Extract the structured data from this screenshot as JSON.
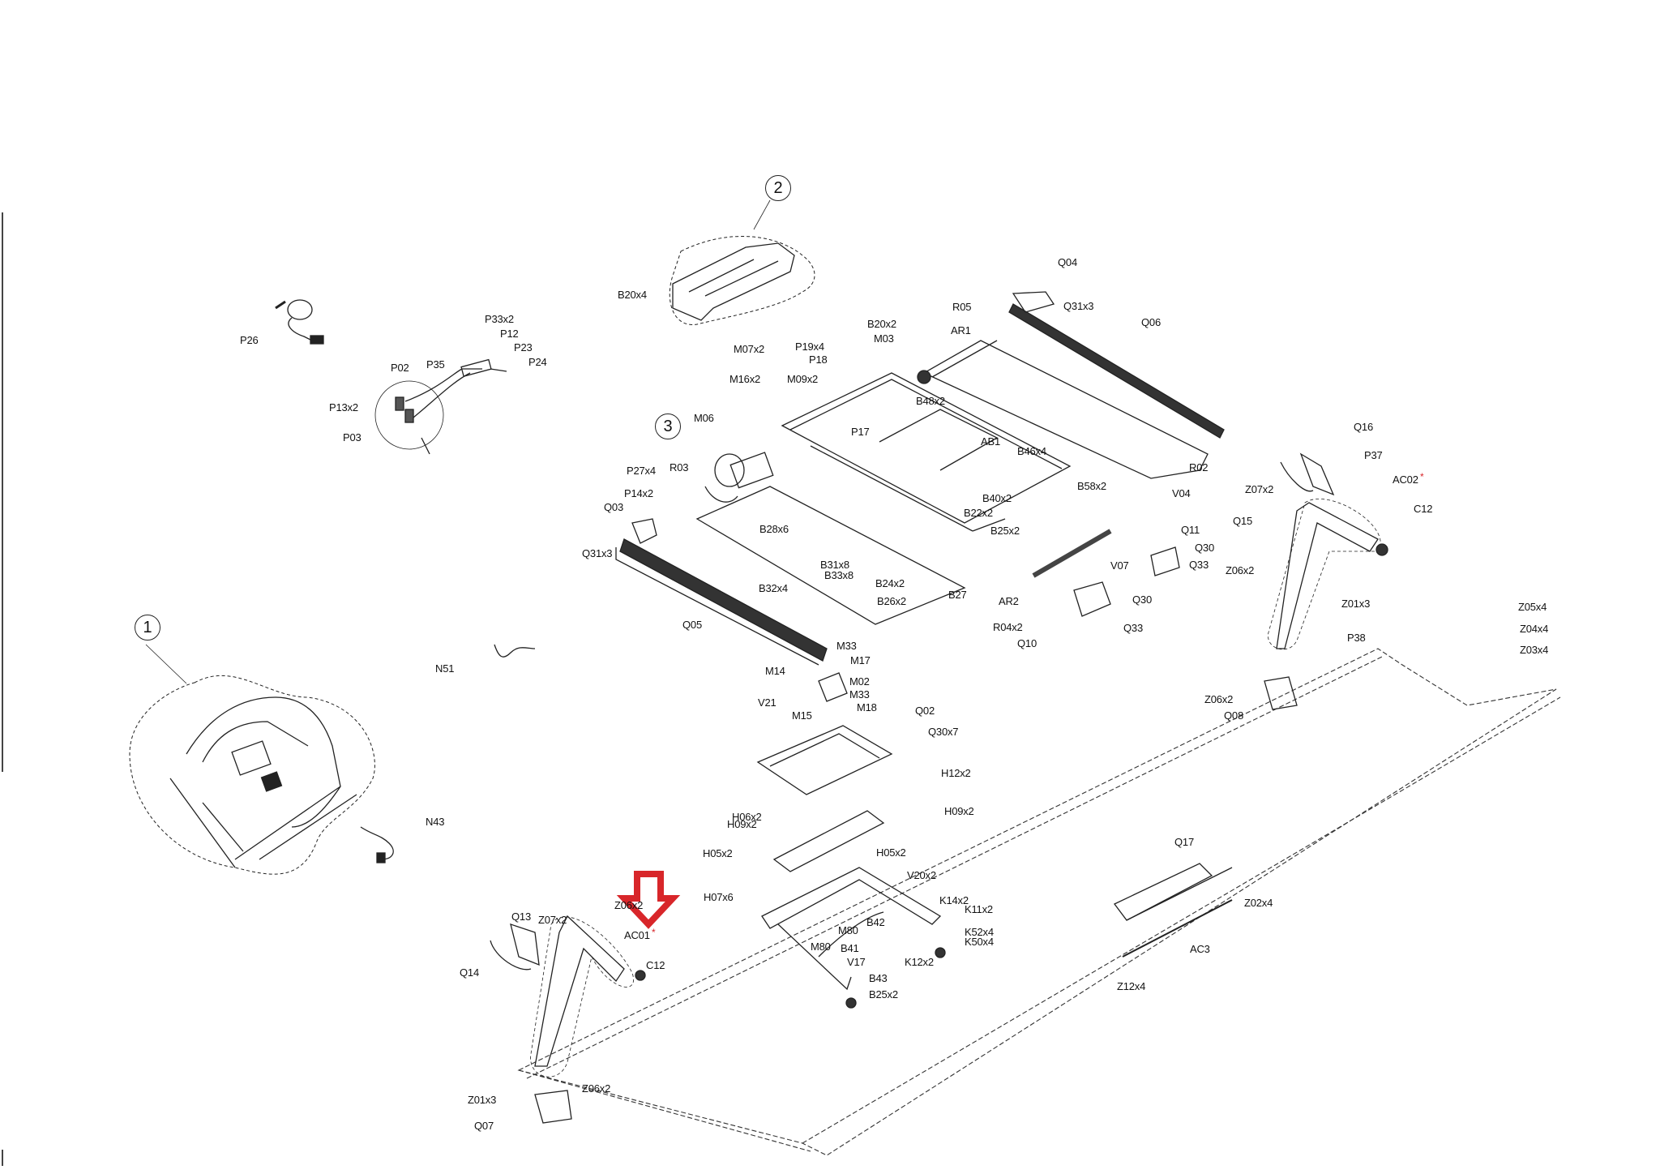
{
  "diagram": {
    "type": "exploded parts diagram",
    "subject": "treadmill",
    "highlight": {
      "target": "AC01",
      "color": "#d8262a",
      "marker": "arrow-down"
    },
    "accent_color": "#d8262a",
    "callouts": [
      {
        "id": "1",
        "label": "1"
      },
      {
        "id": "2",
        "label": "2"
      },
      {
        "id": "3",
        "label": "3"
      }
    ],
    "labels": [
      {
        "t": "P26"
      },
      {
        "t": "P33x2"
      },
      {
        "t": "P12"
      },
      {
        "t": "P23"
      },
      {
        "t": "P24"
      },
      {
        "t": "P35"
      },
      {
        "t": "P02"
      },
      {
        "t": "P13x2"
      },
      {
        "t": "P03"
      },
      {
        "t": "B20x4"
      },
      {
        "t": "B20x2"
      },
      {
        "t": "M03"
      },
      {
        "t": "P19x4"
      },
      {
        "t": "P18"
      },
      {
        "t": "M07x2"
      },
      {
        "t": "M16x2"
      },
      {
        "t": "M09x2"
      },
      {
        "t": "B48x2"
      },
      {
        "t": "P17"
      },
      {
        "t": "R05"
      },
      {
        "t": "AR1"
      },
      {
        "t": "Q04"
      },
      {
        "t": "Q31x3"
      },
      {
        "t": "Q06"
      },
      {
        "t": "AB1"
      },
      {
        "t": "B46x4"
      },
      {
        "t": "R02"
      },
      {
        "t": "M06"
      },
      {
        "t": "R03"
      },
      {
        "t": "P27x4"
      },
      {
        "t": "P14x2"
      },
      {
        "t": "Q03"
      },
      {
        "t": "B28x6"
      },
      {
        "t": "Q31x3"
      },
      {
        "t": "B31x8"
      },
      {
        "t": "B33x8"
      },
      {
        "t": "B32x4"
      },
      {
        "t": "B24x2"
      },
      {
        "t": "B26x2"
      },
      {
        "t": "B27"
      },
      {
        "t": "Q05"
      },
      {
        "t": "B40x2"
      },
      {
        "t": "B22x2"
      },
      {
        "t": "B25x2"
      },
      {
        "t": "B58x2"
      },
      {
        "t": "V04"
      },
      {
        "t": "Q11"
      },
      {
        "t": "Q30"
      },
      {
        "t": "Q33"
      },
      {
        "t": "V07"
      },
      {
        "t": "AR2"
      },
      {
        "t": "Q30"
      },
      {
        "t": "R04x2"
      },
      {
        "t": "Q33"
      },
      {
        "t": "Q10"
      },
      {
        "t": "Q16"
      },
      {
        "t": "P37"
      },
      {
        "t": "AC02"
      },
      {
        "t": "Z07x2"
      },
      {
        "t": "C12"
      },
      {
        "t": "Q15"
      },
      {
        "t": "Z06x2"
      },
      {
        "t": "Z05x4"
      },
      {
        "t": "Z01x3"
      },
      {
        "t": "Z04x4"
      },
      {
        "t": "P38"
      },
      {
        "t": "Z03x4"
      },
      {
        "t": "Z06x2"
      },
      {
        "t": "Q08"
      },
      {
        "t": "N51"
      },
      {
        "t": "M33"
      },
      {
        "t": "M17"
      },
      {
        "t": "M14"
      },
      {
        "t": "M02"
      },
      {
        "t": "M33"
      },
      {
        "t": "V21"
      },
      {
        "t": "M15"
      },
      {
        "t": "M18"
      },
      {
        "t": "Q02"
      },
      {
        "t": "Q30x7"
      },
      {
        "t": "H12x2"
      },
      {
        "t": "H09x2"
      },
      {
        "t": "H06x2"
      },
      {
        "t": "H09x2"
      },
      {
        "t": "H05x2"
      },
      {
        "t": "H05x2"
      },
      {
        "t": "N43"
      },
      {
        "t": "Z06x2"
      },
      {
        "t": "AC01"
      },
      {
        "t": "Q13"
      },
      {
        "t": "Z07x2"
      },
      {
        "t": "Q14"
      },
      {
        "t": "C12"
      },
      {
        "t": "V20x2"
      },
      {
        "t": "H07x6"
      },
      {
        "t": "K14x2"
      },
      {
        "t": "K11x2"
      },
      {
        "t": "B42"
      },
      {
        "t": "M80"
      },
      {
        "t": "M80"
      },
      {
        "t": "K52x4"
      },
      {
        "t": "K50x4"
      },
      {
        "t": "B41"
      },
      {
        "t": "V17"
      },
      {
        "t": "K12x2"
      },
      {
        "t": "B43"
      },
      {
        "t": "B25x2"
      },
      {
        "t": "Q17"
      },
      {
        "t": "Z02x4"
      },
      {
        "t": "AC3"
      },
      {
        "t": "Z12x4"
      },
      {
        "t": "Z01x3"
      },
      {
        "t": "Z06x2"
      },
      {
        "t": "Q07"
      }
    ],
    "starred_parts": [
      "AC01",
      "AC02"
    ]
  }
}
